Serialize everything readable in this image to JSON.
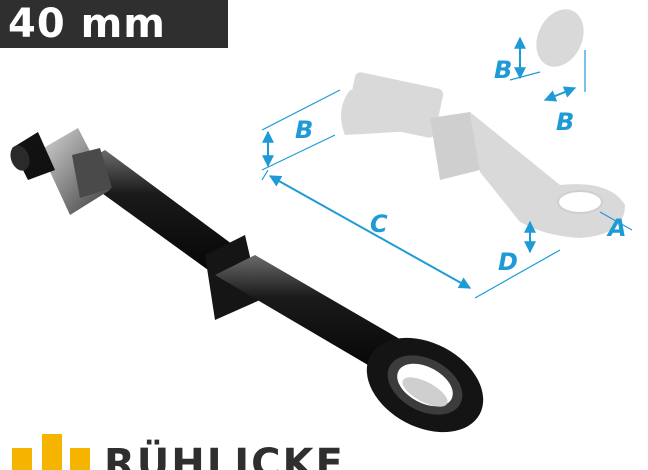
{
  "badge": {
    "size_text": "40 mm"
  },
  "dimensions": {
    "shaft_diameter": "B",
    "end_height": "B",
    "end_width": "B",
    "length": "C",
    "eye_thickness": "D",
    "eye_hole": "A"
  },
  "brand": {
    "name": "RÜHLICKE"
  },
  "colors": {
    "badge_bg": "#2f2f2f",
    "dimension_lines": "#1e9bd7",
    "ghost_part": "#d9d9d9",
    "brand_yellow": "#f5b400"
  }
}
